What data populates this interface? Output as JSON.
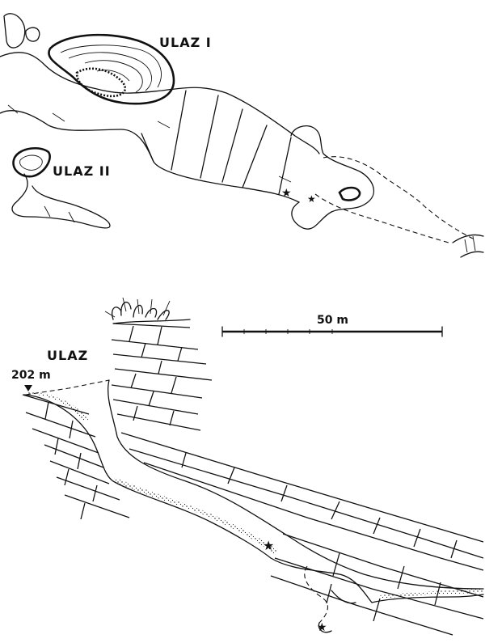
{
  "plan_view": {
    "entrance_1_label": "ULAZ I",
    "entrance_2_label": "ULAZ II"
  },
  "section_view": {
    "entrance_label": "ULAZ",
    "elevation_label": "202 m",
    "scale_label": "50 m"
  },
  "colors": {
    "ink": "#111111",
    "paper": "#ffffff"
  }
}
